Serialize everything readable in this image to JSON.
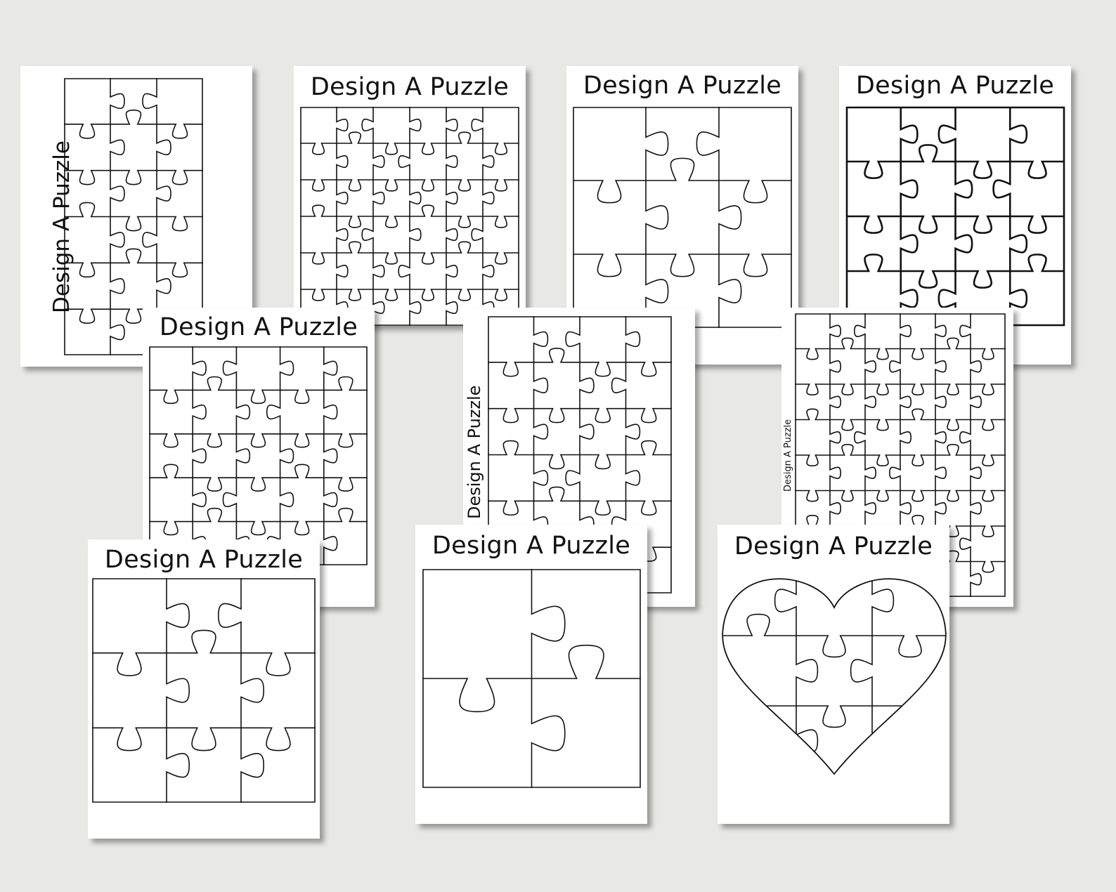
{
  "background_color": "#e8e8e6",
  "sheets": [
    {
      "id": "p1",
      "title": "Design A Puzzle",
      "title_orientation": "vertical",
      "cols": 3,
      "rows": 6,
      "shape": "rectangle"
    },
    {
      "id": "p2",
      "title": "Design A Puzzle",
      "title_orientation": "horizontal",
      "cols": 6,
      "rows": 6,
      "shape": "rectangle"
    },
    {
      "id": "p3",
      "title": "Design A Puzzle",
      "title_orientation": "horizontal",
      "cols": 3,
      "rows": 3,
      "shape": "rectangle"
    },
    {
      "id": "p4",
      "title": "Design A Puzzle",
      "title_orientation": "horizontal",
      "cols": 4,
      "rows": 4,
      "shape": "rectangle",
      "line_weight": "bold"
    },
    {
      "id": "p5",
      "title": "Design A Puzzle",
      "title_orientation": "horizontal",
      "cols": 5,
      "rows": 5,
      "shape": "rectangle"
    },
    {
      "id": "p6",
      "title": "Design A Puzzle",
      "title_orientation": "vertical",
      "cols": 4,
      "rows": 6,
      "shape": "rectangle"
    },
    {
      "id": "p7",
      "title": "Design A Puzzle",
      "title_orientation": "vertical",
      "cols": 6,
      "rows": 8,
      "shape": "rectangle"
    },
    {
      "id": "p8",
      "title": "Design A Puzzle",
      "title_orientation": "horizontal",
      "cols": 3,
      "rows": 3,
      "shape": "rectangle"
    },
    {
      "id": "p9",
      "title": "Design A Puzzle",
      "title_orientation": "horizontal",
      "cols": 2,
      "rows": 2,
      "shape": "rectangle"
    },
    {
      "id": "p10",
      "title": "Design A Puzzle",
      "title_orientation": "horizontal",
      "cols": 3,
      "rows": 3,
      "shape": "heart"
    }
  ]
}
